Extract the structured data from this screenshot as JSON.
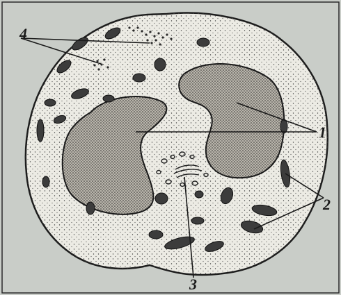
{
  "figure": {
    "background": "#c9cdc8",
    "cell_fill": "#ecebe4",
    "ink": "#1d1d1d",
    "labels": [
      {
        "id": "label-1",
        "text": "1"
      },
      {
        "id": "label-2",
        "text": "2"
      },
      {
        "id": "label-3",
        "text": "3"
      },
      {
        "id": "label-4",
        "text": "4"
      }
    ]
  }
}
